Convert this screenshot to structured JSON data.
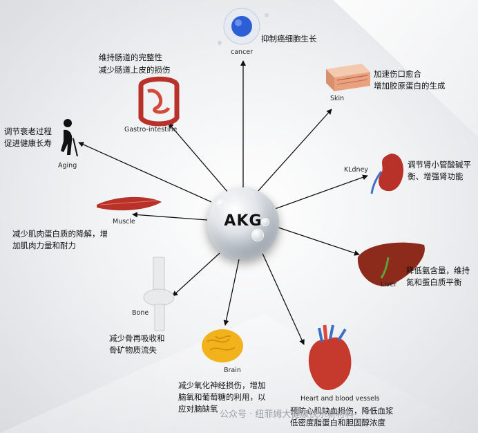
{
  "hub": {
    "label": "AKG"
  },
  "nodes": {
    "cancer": {
      "en": "cancer",
      "zh": [
        "抑制癌细胞生长"
      ]
    },
    "skin": {
      "en": "Skin",
      "zh": [
        "加速伤口愈合",
        "增加胶原蛋白的生成"
      ]
    },
    "kidney": {
      "en": "KLdney",
      "zh": [
        "调节肾小管酸碱平",
        "衡、增强肾功能"
      ]
    },
    "liver": {
      "en": "Liver",
      "zh": [
        "降低氨含量，维持",
        "氮和蛋白质平衡"
      ]
    },
    "heart": {
      "en": "Heart and blood vessels",
      "zh": [
        "预防心肌缺血损伤，降低血浆",
        "低密度脂蛋白和胆固醇浓度"
      ]
    },
    "brain": {
      "en": "Brain",
      "zh": [
        "减少氧化神经损伤，增加",
        "脑氧和葡萄糖的利用，以",
        "应对脑缺氧"
      ]
    },
    "bone": {
      "en": "Bone",
      "zh": [
        "减少骨再吸收和",
        "骨矿物质流失"
      ]
    },
    "muscle": {
      "en": "Muscle",
      "zh": [
        "减少肌肉蛋白质的降解，增",
        "加肌肉力量和耐力"
      ]
    },
    "aging": {
      "en": "Aging",
      "zh": [
        "调节衰老过程",
        "促进健康长寿"
      ]
    },
    "gastro": {
      "en": "Gastro-intestine",
      "zh": [
        "维持肠道的完整性",
        "减少肠道上皮的损伤"
      ]
    }
  },
  "watermark": "公众号 · 纽菲姆大健康快乐新材料",
  "colors": {
    "arrow": "#111111",
    "organ_red": "#b8322a",
    "liver": "#8c2a1c",
    "bone": "#e9eaec",
    "brain": "#f2b21c",
    "cell": "#2c5fd6"
  }
}
